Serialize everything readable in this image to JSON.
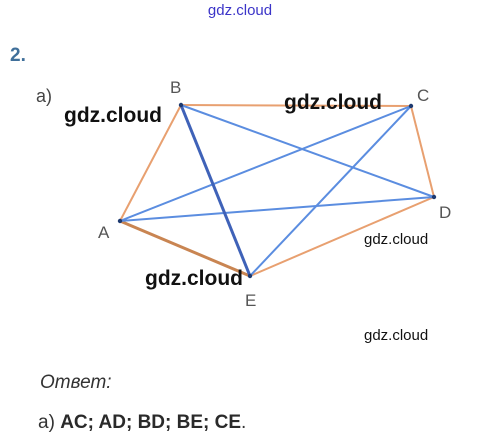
{
  "header": {
    "site": "gdz.cloud"
  },
  "task": {
    "number": "2.",
    "part": "а)"
  },
  "figure": {
    "vertices": {
      "A": "A",
      "B": "B",
      "C": "C",
      "D": "D",
      "E": "E"
    },
    "colors": {
      "sides": "#e8a070",
      "diagonals": "#5b8de0"
    }
  },
  "watermarks": [
    "gdz.cloud",
    "gdz.cloud",
    "gdz.cloud",
    "gdz.cloud",
    "gdz.cloud"
  ],
  "answer": {
    "heading": "Ответ:",
    "prefix": "а) ",
    "value": "AC; AD; BD; BE; CE",
    "suffix": "."
  }
}
